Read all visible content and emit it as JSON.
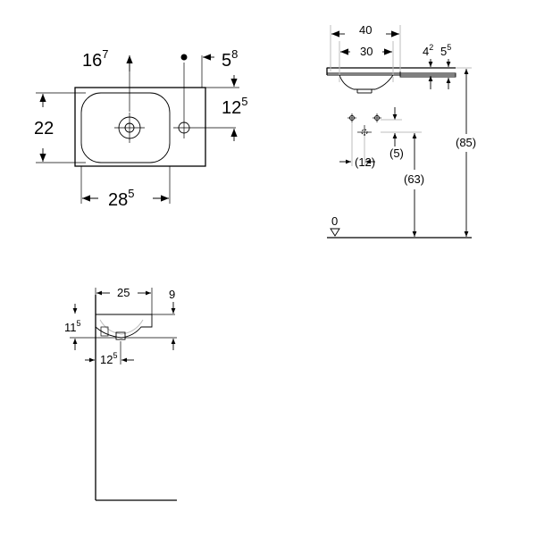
{
  "plan_view": {
    "dim_width_int": "16",
    "dim_width_sup": "7",
    "dim_tap_int": "5",
    "dim_tap_sup": "8",
    "dim_height": "22",
    "dim_offset_int": "12",
    "dim_offset_sup": "5",
    "dim_bowl_int": "28",
    "dim_bowl_sup": "5"
  },
  "front_view": {
    "dim_total": "40",
    "dim_bowl": "30",
    "dim_rim_int": "4",
    "dim_rim_sup": "2",
    "dim_edge_int": "5",
    "dim_edge_sup": "5",
    "dim_trap_h": "(5)",
    "dim_trap_w": "(12)",
    "dim_drain": "(63)",
    "dim_rim_height": "(85)",
    "dim_floor": "0"
  },
  "side_view": {
    "dim_depth": "25",
    "dim_rim": "9",
    "dim_bowl_int": "11",
    "dim_bowl_sup": "5",
    "dim_drain_int": "12",
    "dim_drain_sup": "5"
  }
}
